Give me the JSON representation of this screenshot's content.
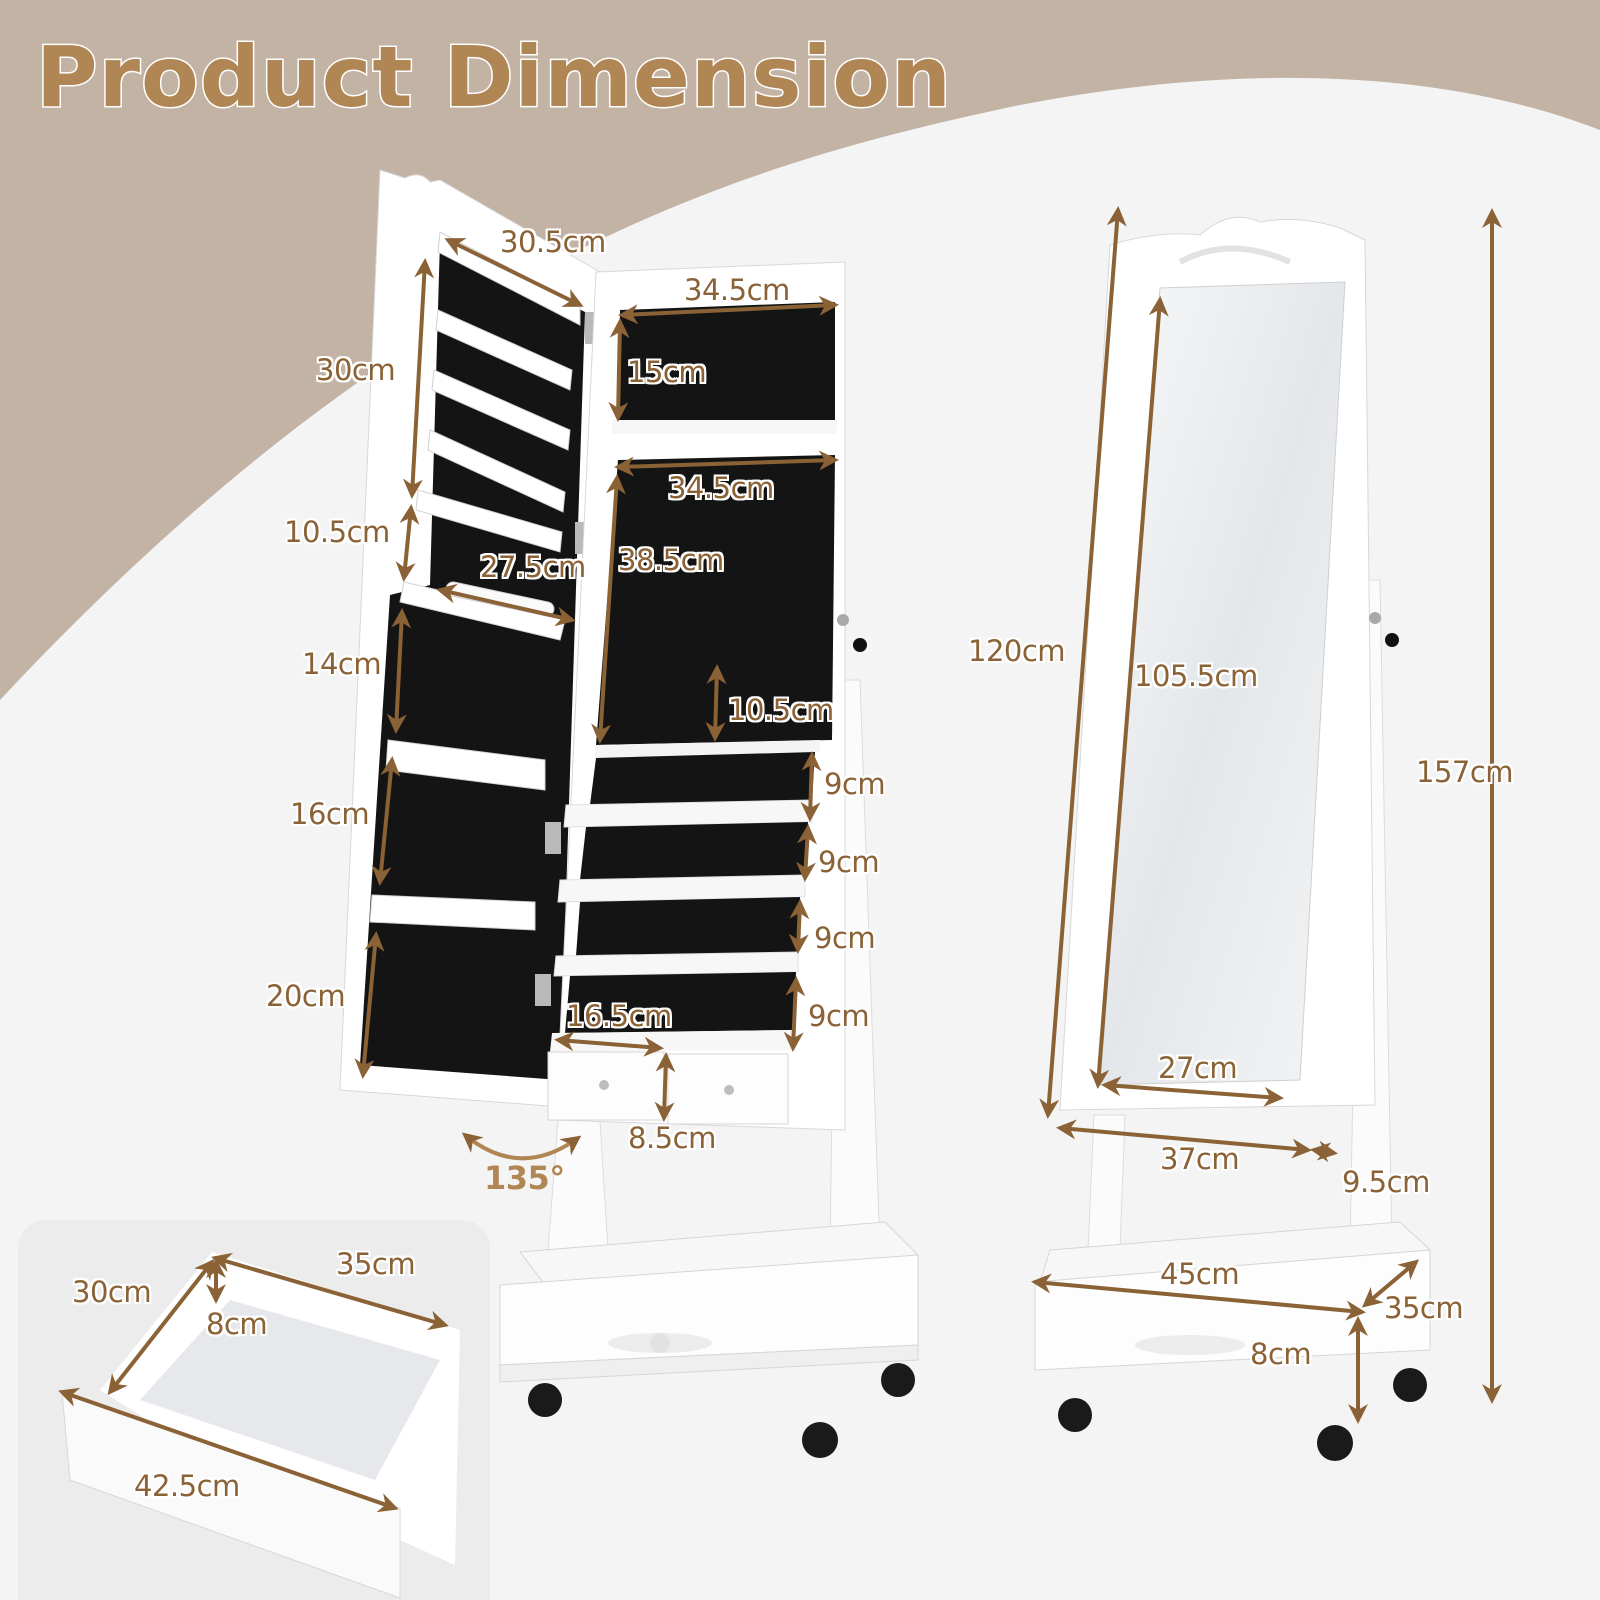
{
  "header": {
    "title": "Product Dimension"
  },
  "colors": {
    "header_band": "#c2b3a5",
    "background": "#f4f4f4",
    "title_fill": "#b08654",
    "label": "#8a6236",
    "arrow": "#8a6236",
    "velvet": "#111111",
    "furniture": "#ffffff"
  },
  "open_cabinet": {
    "door": {
      "top_width": "30.5cm",
      "rack_height": "30cm",
      "gap_height": "10.5cm",
      "bar_width": "27.5cm",
      "section_1": "14cm",
      "section_2": "16cm",
      "section_3": "20cm",
      "open_angle": "135°"
    },
    "body": {
      "top_width": "34.5cm",
      "top_height": "15cm",
      "middle_width": "34.5cm",
      "middle_height": "38.5cm",
      "inner_gap": "10.5cm",
      "shelf_1": "9cm",
      "shelf_2": "9cm",
      "shelf_3": "9cm",
      "shelf_4": "9cm",
      "small_drawer_width": "16.5cm",
      "small_drawer_height": "8.5cm"
    }
  },
  "closed_cabinet": {
    "cabinet_height": "120cm",
    "mirror_height": "105.5cm",
    "total_height": "157cm",
    "mirror_width": "27cm",
    "cabinet_width": "37cm",
    "cabinet_depth": "9.5cm",
    "base_width": "45cm",
    "base_depth": "35cm",
    "base_height": "8cm"
  },
  "base_drawer": {
    "depth": "30cm",
    "inner_width": "35cm",
    "height": "8cm",
    "front_width": "42.5cm"
  }
}
